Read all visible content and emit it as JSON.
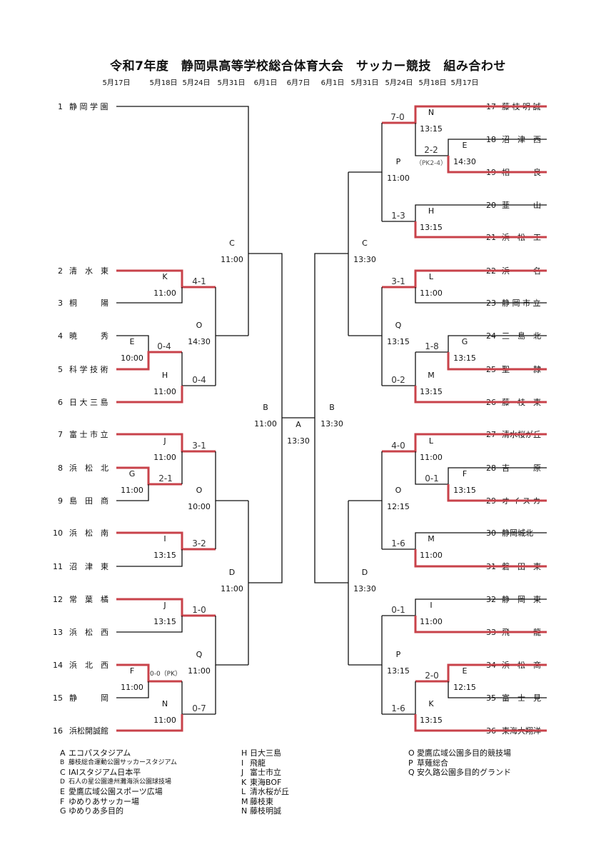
{
  "title": "令和7年度　静岡県高等学校総合体育大会　サッカー競技　組み合わせ",
  "dates": [
    "5月17日",
    "5月18日",
    "5月24日",
    "5月31日",
    "6月1日",
    "6月7日",
    "6月1日",
    "5月31日",
    "5月24日",
    "5月18日",
    "5月17日"
  ],
  "teams_left": [
    {
      "no": "1",
      "name": "静 岡 学 園"
    },
    {
      "no": "2",
      "name": "清　水　東"
    },
    {
      "no": "3",
      "name": "桐　　　陽"
    },
    {
      "no": "4",
      "name": "暁　　　秀"
    },
    {
      "no": "5",
      "name": "科 学 技 術"
    },
    {
      "no": "6",
      "name": "日 大 三 島"
    },
    {
      "no": "7",
      "name": "富 士 市 立"
    },
    {
      "no": "8",
      "name": "浜　松　北"
    },
    {
      "no": "9",
      "name": "島　田　商"
    },
    {
      "no": "10",
      "name": "浜　松　南"
    },
    {
      "no": "11",
      "name": "沼　津　東"
    },
    {
      "no": "12",
      "name": "常　葉　橘"
    },
    {
      "no": "13",
      "name": "浜　松　西"
    },
    {
      "no": "14",
      "name": "浜　北　西"
    },
    {
      "no": "15",
      "name": "静　　　岡"
    },
    {
      "no": "16",
      "name": "浜松開誠館"
    }
  ],
  "teams_right": [
    {
      "no": "17",
      "name": "藤 枝 明 誠"
    },
    {
      "no": "18",
      "name": "沼　津　西"
    },
    {
      "no": "19",
      "name": "相　　　良"
    },
    {
      "no": "20",
      "name": "韮　　　山"
    },
    {
      "no": "21",
      "name": "浜　松　工"
    },
    {
      "no": "22",
      "name": "浜　　　名"
    },
    {
      "no": "23",
      "name": "静 岡 市 立"
    },
    {
      "no": "24",
      "name": "三　島　北"
    },
    {
      "no": "25",
      "name": "聖　　　隷"
    },
    {
      "no": "26",
      "name": "藤　枝　東"
    },
    {
      "no": "27",
      "name": "清水桜が丘"
    },
    {
      "no": "28",
      "name": "吉　　　原"
    },
    {
      "no": "29",
      "name": "オ イ ス カ"
    },
    {
      "no": "30",
      "name": "静岡城北"
    },
    {
      "no": "31",
      "name": "磐　田　東"
    },
    {
      "no": "32",
      "name": "静　岡　東"
    },
    {
      "no": "33",
      "name": "飛　　　龍"
    },
    {
      "no": "34",
      "name": "浜　松　商"
    },
    {
      "no": "35",
      "name": "富　士　見"
    },
    {
      "no": "36",
      "name": "東海大翔洋"
    }
  ],
  "scores": [
    "4-1",
    "0-4",
    "0-4",
    "3-1",
    "2-1",
    "3-2",
    "1-0",
    "0-0（PK）",
    "0-7",
    "7-0",
    "2-2",
    "1-3",
    "3-1",
    "1-8",
    "0-2",
    "4-0",
    "0-1",
    "1-6",
    "0-1",
    "2-0",
    "1-6"
  ],
  "pk_note": "（PK2-4）",
  "match_labels": [
    {
      "venue": "C",
      "time": "11:00"
    },
    {
      "venue": "K",
      "time": "11:00"
    },
    {
      "venue": "O",
      "time": "14:30"
    },
    {
      "venue": "E",
      "time": "10:00"
    },
    {
      "venue": "H",
      "time": "11:00"
    },
    {
      "venue": "B",
      "time": "11:00"
    },
    {
      "venue": "J",
      "time": "11:00"
    },
    {
      "venue": "G",
      "time": "11:00"
    },
    {
      "venue": "O",
      "time": "10:00"
    },
    {
      "venue": "I",
      "time": "13:15"
    },
    {
      "venue": "D",
      "time": "11:00"
    },
    {
      "venue": "J",
      "time": "13:15"
    },
    {
      "venue": "Q",
      "time": "11:00"
    },
    {
      "venue": "F",
      "time": "11:00"
    },
    {
      "venue": "N",
      "time": "11:00"
    },
    {
      "venue": "A",
      "time": "13:30"
    },
    {
      "venue": "N",
      "time": "13:15"
    },
    {
      "venue": "E",
      "time": "14:30"
    },
    {
      "venue": "P",
      "time": "11:00"
    },
    {
      "venue": "H",
      "time": "13:15"
    },
    {
      "venue": "C",
      "time": "13:30"
    },
    {
      "venue": "L",
      "time": "11:00"
    },
    {
      "venue": "Q",
      "time": "13:15"
    },
    {
      "venue": "G",
      "time": "13:15"
    },
    {
      "venue": "M",
      "time": "13:15"
    },
    {
      "venue": "B",
      "time": "13:30"
    },
    {
      "venue": "L",
      "time": "11:00"
    },
    {
      "venue": "F",
      "time": "13:15"
    },
    {
      "venue": "O",
      "time": "12:15"
    },
    {
      "venue": "M",
      "time": "11:00"
    },
    {
      "venue": "D",
      "time": "13:30"
    },
    {
      "venue": "I",
      "time": "11:00"
    },
    {
      "venue": "P",
      "time": "13:15"
    },
    {
      "venue": "E",
      "time": "12:15"
    },
    {
      "venue": "K",
      "time": "13:15"
    }
  ],
  "legend": [
    {
      "key": "A",
      "name": "エコパスタジアム"
    },
    {
      "key": "B",
      "name": "藤枝総合運動公園サッカースタジアム"
    },
    {
      "key": "C",
      "name": "IAIスタジアム日本平"
    },
    {
      "key": "D",
      "name": "石人の星公園遠州灘海浜公園球技場"
    },
    {
      "key": "E",
      "name": "愛鷹広域公園スポーツ広場"
    },
    {
      "key": "F",
      "name": "ゆめりあサッカー場"
    },
    {
      "key": "G",
      "name": "ゆめりあ多目的"
    },
    {
      "key": "H",
      "name": "日大三島"
    },
    {
      "key": "I",
      "name": "飛龍"
    },
    {
      "key": "J",
      "name": "富士市立"
    },
    {
      "key": "K",
      "name": "東海BOF"
    },
    {
      "key": "L",
      "name": "清水桜が丘"
    },
    {
      "key": "M",
      "name": "藤枝東"
    },
    {
      "key": "N",
      "name": "藤枝明誠"
    },
    {
      "key": "O",
      "name": "愛鷹広域公園多目的競技場"
    },
    {
      "key": "P",
      "name": "草薙総合"
    },
    {
      "key": "Q",
      "name": "安久路公園多目的グランド"
    }
  ],
  "colors": {
    "winner_line": "#c8424a",
    "line": "#111111",
    "score_text": "#333333"
  }
}
